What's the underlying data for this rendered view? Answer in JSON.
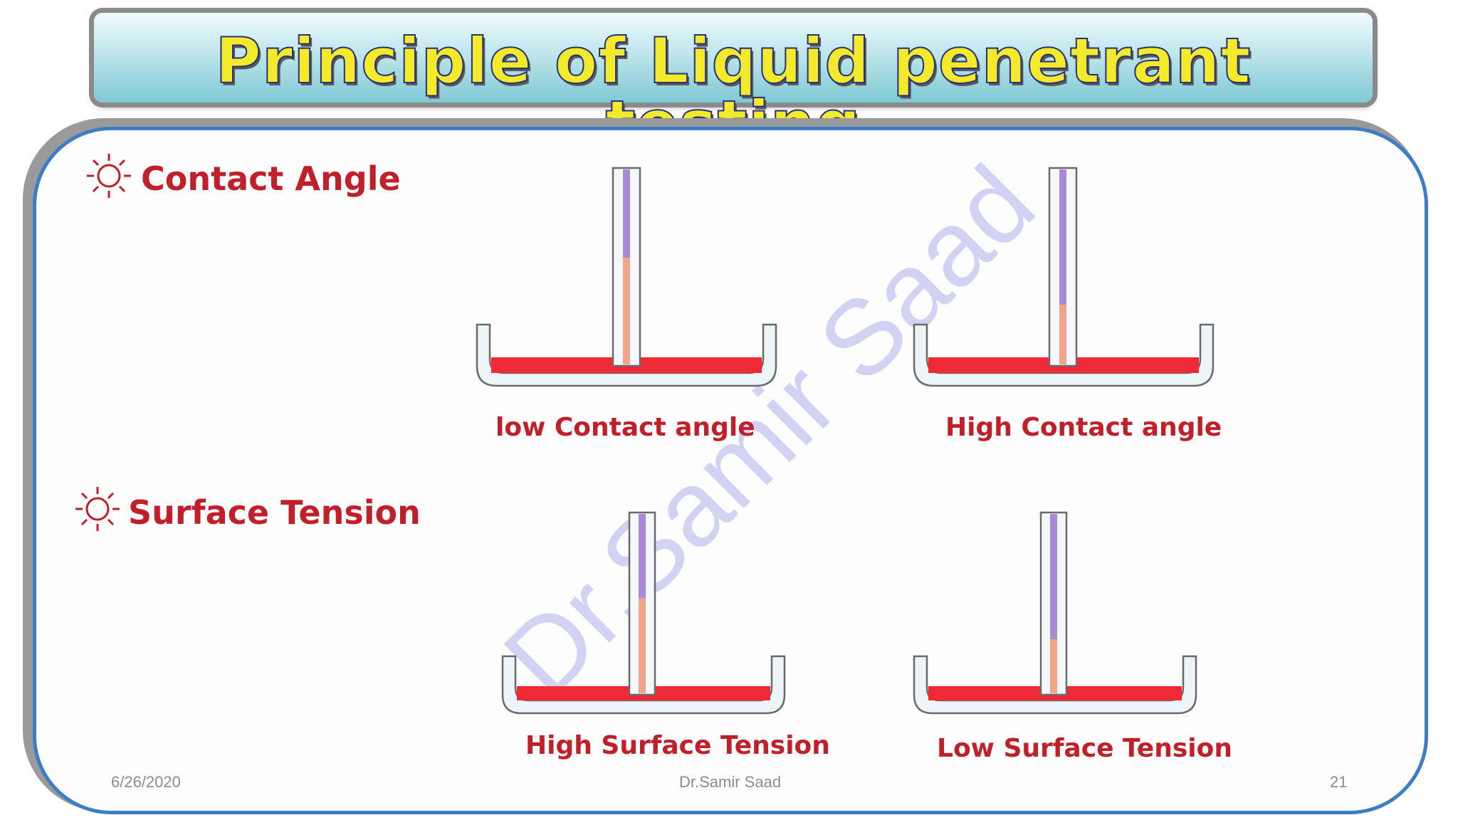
{
  "title": "Principle of Liquid penetrant testing",
  "sections": {
    "contact_angle": "Contact Angle",
    "surface_tension": "Surface Tension"
  },
  "diagrams": [
    {
      "caption": "low Contact angle"
    },
    {
      "caption": "High Contact angle"
    },
    {
      "caption": "High Surface Tension"
    },
    {
      "caption": "Low Surface Tension"
    }
  ],
  "footer": {
    "date": "6/26/2020",
    "author": "Dr.Samir Saad",
    "page": "21"
  },
  "watermark": "Dr.Samir Saad",
  "colors": {
    "title_fill": "#f2ea2b",
    "heading": "#c0202a",
    "liquid": "#ef2a36",
    "tube_upper": "#a98ad6",
    "tube_lower": "#f0a58a",
    "frame_border": "#3d7dc4"
  }
}
